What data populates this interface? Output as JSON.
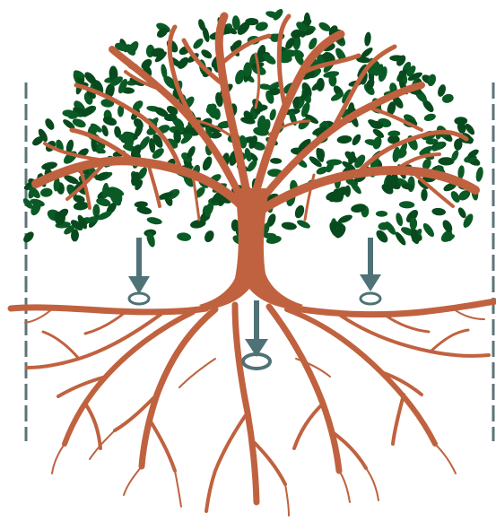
{
  "colors": {
    "background": "#ffffff",
    "trunk": "#c0623f",
    "leaf": "#0a5a25",
    "leaf_dark": "#074a1d",
    "marker": "#4f7277",
    "dashed_line": "#5c7478"
  },
  "icons": {
    "tree": "tree-icon",
    "arrow": "down-arrow-icon",
    "ring": "ring-marker-icon"
  },
  "markers": [
    {
      "name": "left-drip-marker"
    },
    {
      "name": "center-root-marker"
    },
    {
      "name": "right-drip-marker"
    }
  ],
  "boundaries": [
    {
      "name": "left-dashed-boundary"
    },
    {
      "name": "right-dashed-boundary"
    }
  ]
}
